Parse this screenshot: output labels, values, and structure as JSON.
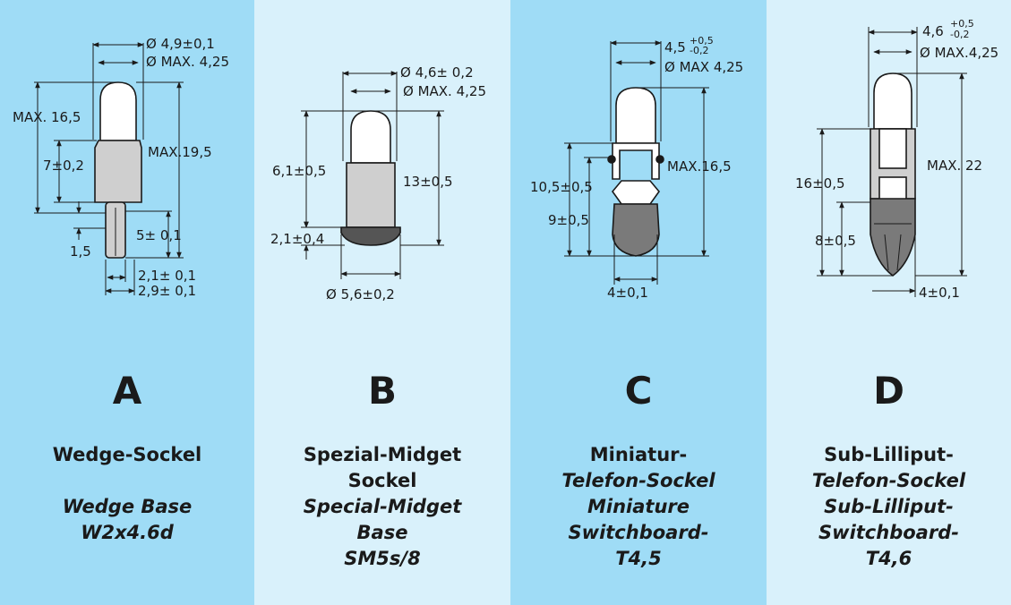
{
  "colors": {
    "panel_dark": "#9fdcf6",
    "panel_light": "#d9f1fb",
    "glass": "#ffffff",
    "base_grey": "#cfcfcf",
    "dark_grey": "#7a7a7a"
  },
  "panels": [
    {
      "letter": "A",
      "caption_de": "Wedge-Sockel",
      "caption_en_1": "Wedge Base",
      "caption_en_2": "W2x4.6d",
      "dims": {
        "d1": "Ø 4,9±0,1",
        "d2": "Ø MAX. 4,25",
        "max_l": "MAX. 16,5",
        "h7": "7±0,2",
        "max19": "MAX.19,5",
        "h5": "5± 0,1",
        "h15": "1,5",
        "w21": "2,1± 0,1",
        "w29": "2,9± 0,1"
      }
    },
    {
      "letter": "B",
      "caption_de_1": "Spezial-Midget",
      "caption_de_2": "Sockel",
      "caption_en_1": "Special-Midget",
      "caption_en_2": "Base",
      "caption_en_3": "SM5s/8",
      "dims": {
        "d1": "Ø 4,6± 0,2",
        "d2": "Ø MAX. 4,25",
        "h61": "6,1±0,5",
        "h13": "13±0,5",
        "h21": "2,1±0,4",
        "d56": "Ø 5,6±0,2"
      }
    },
    {
      "letter": "C",
      "caption_de_1": "Miniatur-",
      "caption_de_2": "Telefon-Sockel",
      "caption_en_1": "Miniature",
      "caption_en_2": "Switchboard-",
      "caption_en_3": "T4,5",
      "dims": {
        "d1": "4,5",
        "d1_tol_up": "+0,5",
        "d1_tol_dn": "-0,2",
        "d2": "Ø MAX 4,25",
        "h105": "10,5±0,5",
        "h9": "9±0,5",
        "max16": "MAX.16,5",
        "w4": "4±0,1"
      }
    },
    {
      "letter": "D",
      "caption_de_1": "Sub-Lilliput-",
      "caption_de_2": "Telefon-Sockel",
      "caption_en_1": "Sub-Lilliput-",
      "caption_en_2": "Switchboard-",
      "caption_en_3": "T4,6",
      "dims": {
        "d1": "4,6",
        "d1_tol_up": "+0,5",
        "d1_tol_dn": "-0,2",
        "d2": "Ø MAX.4,25",
        "h16": "16±0,5",
        "h8": "8±0,5",
        "max22": "MAX. 22",
        "w4": "4±0,1"
      }
    }
  ]
}
